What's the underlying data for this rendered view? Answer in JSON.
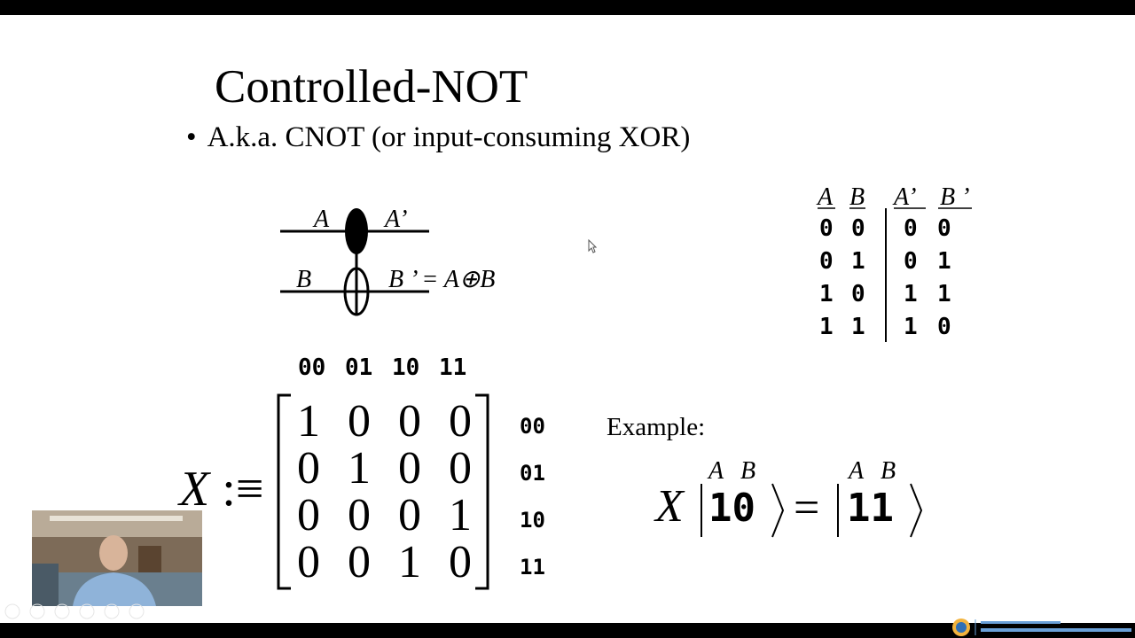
{
  "slide": {
    "title": "Controlled-NOT",
    "bullet": "A.k.a. CNOT (or input-consuming XOR)"
  },
  "circuit": {
    "control_in": "A",
    "control_out": "A’",
    "target_in": "B",
    "target_out": "B ’ = A⊕B"
  },
  "truth_table": {
    "headers": [
      "A",
      "B",
      "A’",
      "B ’"
    ],
    "rows": [
      [
        "0",
        "0",
        "0",
        "0"
      ],
      [
        "0",
        "1",
        "0",
        "1"
      ],
      [
        "1",
        "0",
        "1",
        "1"
      ],
      [
        "1",
        "1",
        "1",
        "0"
      ]
    ]
  },
  "matrix": {
    "symbol": "X",
    "def_symbol": ":≡",
    "column_labels": [
      "00",
      "01",
      "10",
      "11"
    ],
    "row_labels": [
      "00",
      "01",
      "10",
      "11"
    ],
    "rows": [
      [
        "1",
        "0",
        "0",
        "0"
      ],
      [
        "0",
        "1",
        "0",
        "0"
      ],
      [
        "0",
        "0",
        "0",
        "1"
      ],
      [
        "0",
        "0",
        "1",
        "0"
      ]
    ]
  },
  "example": {
    "label": "Example:",
    "operator": "X",
    "equals": "=",
    "input_ket": "10",
    "output_ket": "11",
    "qubit_labels": [
      "A",
      "B"
    ]
  },
  "colors": {
    "bars": "#000000",
    "background": "#ffffff",
    "logo_accent": "#6aa0d8"
  }
}
